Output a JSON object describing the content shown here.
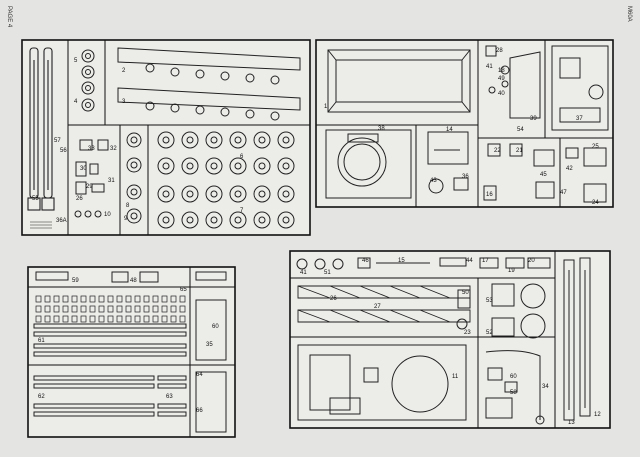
{
  "page": {
    "left_label": "PAGE 4",
    "right_label": "M60A"
  },
  "frames": [
    {
      "id": "tracks_wheels",
      "labels": [
        "57",
        "56",
        "55",
        "5",
        "4",
        "6",
        "3",
        "2",
        "33",
        "32",
        "31",
        "30",
        "29",
        "26",
        "10",
        "9",
        "8",
        "7",
        "36A"
      ]
    },
    {
      "id": "hull_upper",
      "labels": [
        "1",
        "28",
        "41",
        "49",
        "18",
        "40",
        "39",
        "37",
        "38",
        "14",
        "54",
        "43",
        "36",
        "16",
        "22",
        "21",
        "25",
        "42",
        "45",
        "47",
        "24"
      ]
    },
    {
      "id": "track_links",
      "labels": [
        "59",
        "48",
        "65",
        "35",
        "60",
        "61",
        "64",
        "62",
        "63",
        "66"
      ]
    },
    {
      "id": "hull_lower",
      "labels": [
        "41",
        "51",
        "46",
        "15",
        "44",
        "17",
        "20",
        "19",
        "26",
        "27",
        "50",
        "53",
        "23",
        "52",
        "11",
        "60",
        "58",
        "34",
        "12",
        "13"
      ]
    }
  ]
}
